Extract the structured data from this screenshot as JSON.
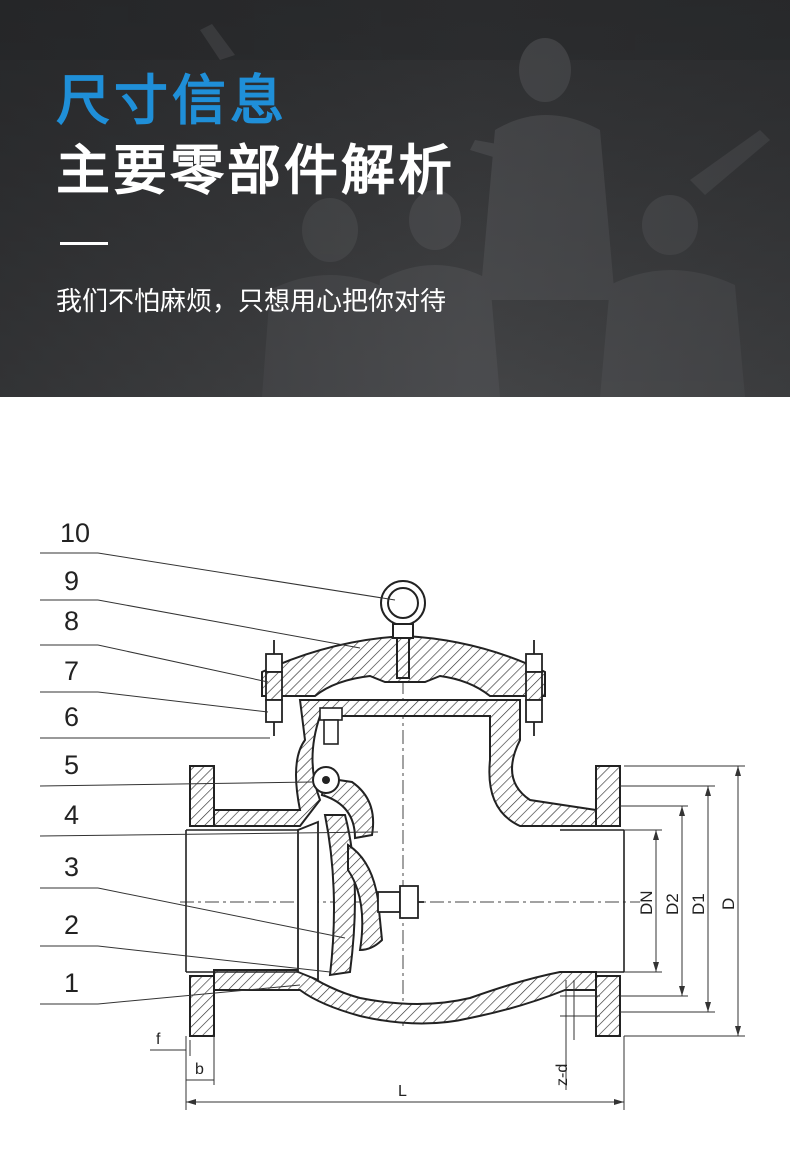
{
  "header": {
    "title_blue": "尺寸信息",
    "title_white": "主要零部件解析",
    "slogan": "我们不怕麻烦，只想用心把你对待"
  },
  "diagram": {
    "part_numbers": [
      "10",
      "9",
      "8",
      "7",
      "6",
      "5",
      "4",
      "3",
      "2",
      "1"
    ],
    "dimensions": {
      "dn": "DN",
      "d2": "D2",
      "d1": "D1",
      "d": "D",
      "l": "L",
      "b": "b",
      "f": "f",
      "zd": "z-d"
    }
  },
  "colors": {
    "title_blue": "#1f8fd8",
    "banner_bg": "#36373a",
    "line": "#333333"
  }
}
